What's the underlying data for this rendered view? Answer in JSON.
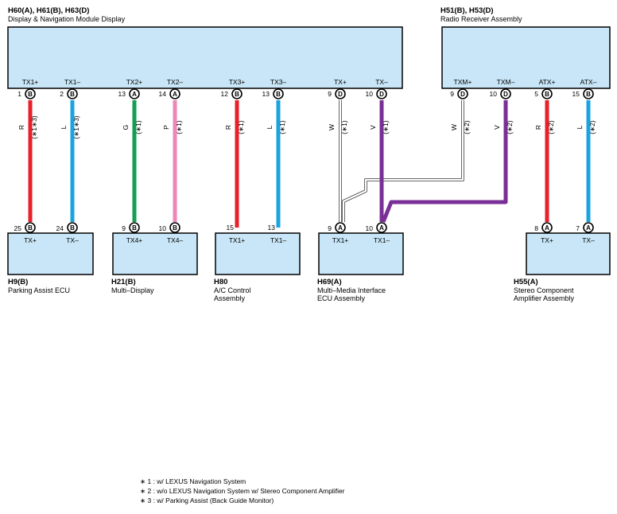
{
  "headers": {
    "display_code": "H60(A), H61(B), H63(D)",
    "display_name": "Display & Navigation Module Display",
    "radio_code": "H51(B), H53(D)",
    "radio_name": "Radio Receiver Assembly"
  },
  "display_pins": [
    {
      "label": "TX1+",
      "num": "1",
      "conn": "B"
    },
    {
      "label": "TX1–",
      "num": "2",
      "conn": "B"
    },
    {
      "label": "TX2+",
      "num": "13",
      "conn": "A"
    },
    {
      "label": "TX2–",
      "num": "14",
      "conn": "A"
    },
    {
      "label": "TX3+",
      "num": "12",
      "conn": "B"
    },
    {
      "label": "TX3–",
      "num": "13",
      "conn": "B"
    },
    {
      "label": "TX+",
      "num": "9",
      "conn": "D"
    },
    {
      "label": "TX–",
      "num": "10",
      "conn": "D"
    }
  ],
  "radio_pins": [
    {
      "label": "TXM+",
      "num": "9",
      "conn": "D"
    },
    {
      "label": "TXM–",
      "num": "10",
      "conn": "D"
    },
    {
      "label": "ATX+",
      "num": "5",
      "conn": "B"
    },
    {
      "label": "ATX–",
      "num": "15",
      "conn": "B"
    }
  ],
  "wires": [
    {
      "color": "R",
      "note": "(∗1∗3)",
      "hex": "#e8202a"
    },
    {
      "color": "L",
      "note": "(∗1∗3)",
      "hex": "#1ba3e0"
    },
    {
      "color": "G",
      "note": "(∗1)",
      "hex": "#11a050"
    },
    {
      "color": "P",
      "note": "(∗1)",
      "hex": "#ef86b8"
    },
    {
      "color": "R",
      "note": "(∗1)",
      "hex": "#e8202a"
    },
    {
      "color": "L",
      "note": "(∗1)",
      "hex": "#1ba3e0"
    },
    {
      "color": "W",
      "note": "(∗1)",
      "hex": "#ffffff"
    },
    {
      "color": "V",
      "note": "(∗1)",
      "hex": "#7a2f96"
    },
    {
      "color": "W",
      "note": "(∗2)",
      "hex": "#ffffff"
    },
    {
      "color": "V",
      "note": "(∗2)",
      "hex": "#7a2f96"
    },
    {
      "color": "R",
      "note": "(∗2)",
      "hex": "#e8202a"
    },
    {
      "color": "L",
      "note": "(∗2)",
      "hex": "#1ba3e0"
    }
  ],
  "components": [
    {
      "code": "H9(B)",
      "name_lines": [
        "Parking Assist ECU"
      ],
      "pins": [
        {
          "label": "TX+",
          "num": "25",
          "conn": "B"
        },
        {
          "label": "TX–",
          "num": "24",
          "conn": "B"
        }
      ]
    },
    {
      "code": "H21(B)",
      "name_lines": [
        "Multi–Display"
      ],
      "pins": [
        {
          "label": "TX4+",
          "num": "9",
          "conn": "B"
        },
        {
          "label": "TX4–",
          "num": "10",
          "conn": "B"
        }
      ]
    },
    {
      "code": "H80",
      "name_lines": [
        "A/C Control",
        "Assembly"
      ],
      "pins": [
        {
          "label": "TX1+",
          "num": "15",
          "conn": ""
        },
        {
          "label": "TX1–",
          "num": "13",
          "conn": ""
        }
      ]
    },
    {
      "code": "H69(A)",
      "name_lines": [
        "Multi–Media Interface",
        "ECU Assembly"
      ],
      "pins": [
        {
          "label": "TX1+",
          "num": "9",
          "conn": "A"
        },
        {
          "label": "TX1–",
          "num": "10",
          "conn": "A"
        }
      ]
    },
    {
      "code": "H55(A)",
      "name_lines": [
        "Stereo Component",
        "Amplifier Assembly"
      ],
      "pins": [
        {
          "label": "TX+",
          "num": "8",
          "conn": "A"
        },
        {
          "label": "TX–",
          "num": "7",
          "conn": "A"
        }
      ]
    }
  ],
  "notes": [
    "∗ 1 : w/ LEXUS Navigation System",
    "∗ 2 : w/o LEXUS Navigation System w/ Stereo Component Amplifier",
    "∗ 3 : w/ Parking Assist (Back Guide Monitor)"
  ]
}
